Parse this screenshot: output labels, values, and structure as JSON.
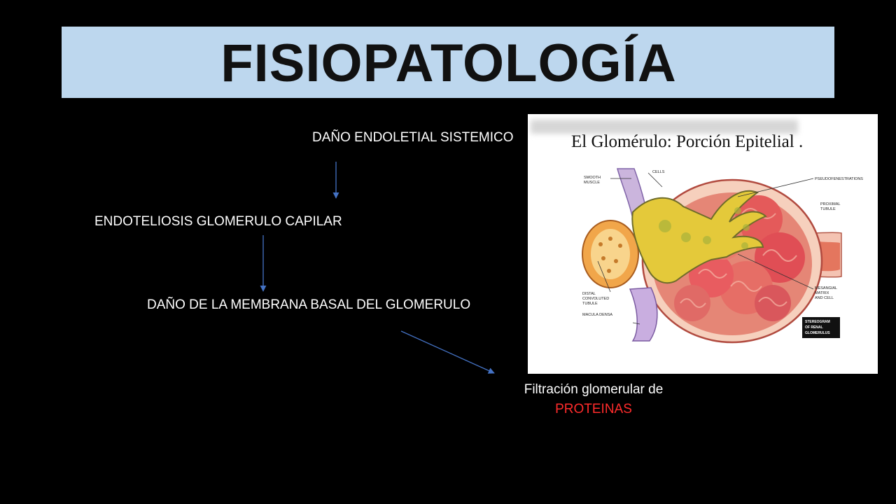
{
  "title": "FISIOPATOLOGÍA",
  "flow": {
    "step1": "DAÑO ENDOLETIAL SISTEMICO",
    "step2": "ENDOTELIOSIS GLOMERULO CAPILAR",
    "step3": "DAÑO DE LA MEMBRANA BASAL DEL GLOMERULO",
    "result_line1": "Filtración glomerular de",
    "result_highlight": "PROTEINAS"
  },
  "figure": {
    "caption": "El Glomérulo: Porción Epitelial .",
    "labels": {
      "cells": "CELLS",
      "smooth_muscle_1": "SMOOTH",
      "smooth_muscle_2": "MUSCLE",
      "pseudofenestrations": "PSEUDOFENESTRATIONS",
      "proximal_1": "PROXIMAL",
      "proximal_2": "TUBULE",
      "mesangial_1": "MESANGIAL",
      "mesangial_2": "MATRIX",
      "mesangial_3": "AND CELL",
      "distal_1": "DISTAL",
      "distal_2": "CONVOLUTED",
      "distal_3": "TUBULE",
      "macula": "MACULA DENSA",
      "stereo_1": "STEREOGRAM",
      "stereo_2": "OF RENAL",
      "stereo_3": "GLOMERULUS"
    }
  },
  "colors": {
    "title_band": "#bdd7ee",
    "background": "#000000",
    "arrow": "#4472c4",
    "highlight": "#ff2b2b"
  }
}
